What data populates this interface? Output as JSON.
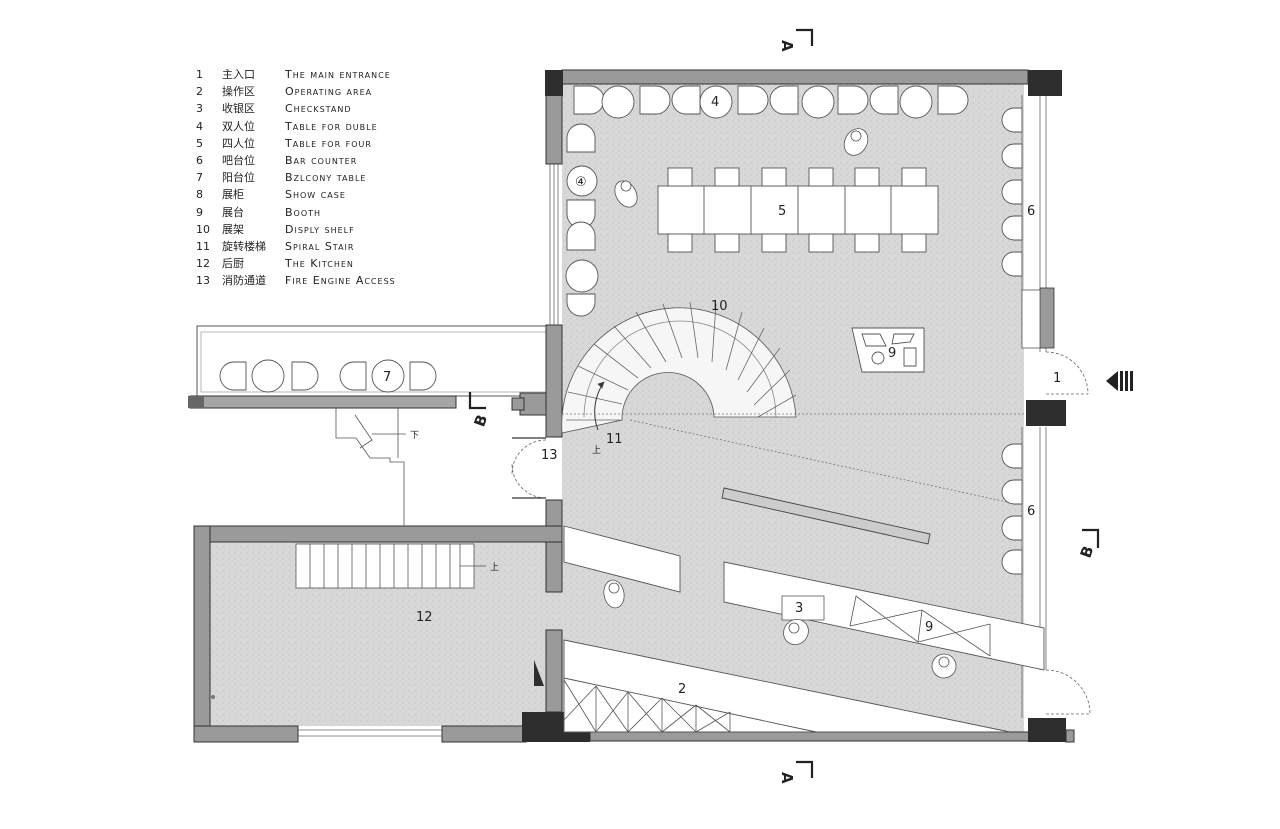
{
  "legend": [
    {
      "num": "1",
      "cn": "主入口",
      "en": "The main entrance"
    },
    {
      "num": "2",
      "cn": "操作区",
      "en": "Operating area"
    },
    {
      "num": "3",
      "cn": "收银区",
      "en": "Checkstand"
    },
    {
      "num": "4",
      "cn": "双人位",
      "en": "Table for duble"
    },
    {
      "num": "5",
      "cn": "四人位",
      "en": "Table for four"
    },
    {
      "num": "6",
      "cn": "吧台位",
      "en": "Bar counter"
    },
    {
      "num": "7",
      "cn": "阳台位",
      "en": "Bzlcony table"
    },
    {
      "num": "8",
      "cn": "展柜",
      "en": "Show case"
    },
    {
      "num": "9",
      "cn": "展台",
      "en": "Booth"
    },
    {
      "num": "10",
      "cn": "展架",
      "en": "Disply shelf"
    },
    {
      "num": "11",
      "cn": "旋转楼梯",
      "en": "Spiral Stair"
    },
    {
      "num": "12",
      "cn": "后厨",
      "en": "The Kitchen"
    },
    {
      "num": "13",
      "cn": "消防通道",
      "en": "Fire Engine Access"
    }
  ],
  "labels": {
    "n1": "1",
    "n2": "2",
    "n3": "3",
    "n4": "4",
    "n4c": "④",
    "n5": "5",
    "n6a": "6",
    "n6b": "6",
    "n7": "7",
    "n9a": "9",
    "n9b": "9",
    "n10": "10",
    "n11": "11",
    "n12": "12",
    "n13": "13",
    "up": "上",
    "down": "下",
    "up2": "上"
  },
  "section_marks": {
    "a": "A",
    "b": "B"
  },
  "colors": {
    "wall": "#9a9a9a",
    "column": "#2e2e2e",
    "floor": "#d6d6d6",
    "line": "#333333"
  }
}
